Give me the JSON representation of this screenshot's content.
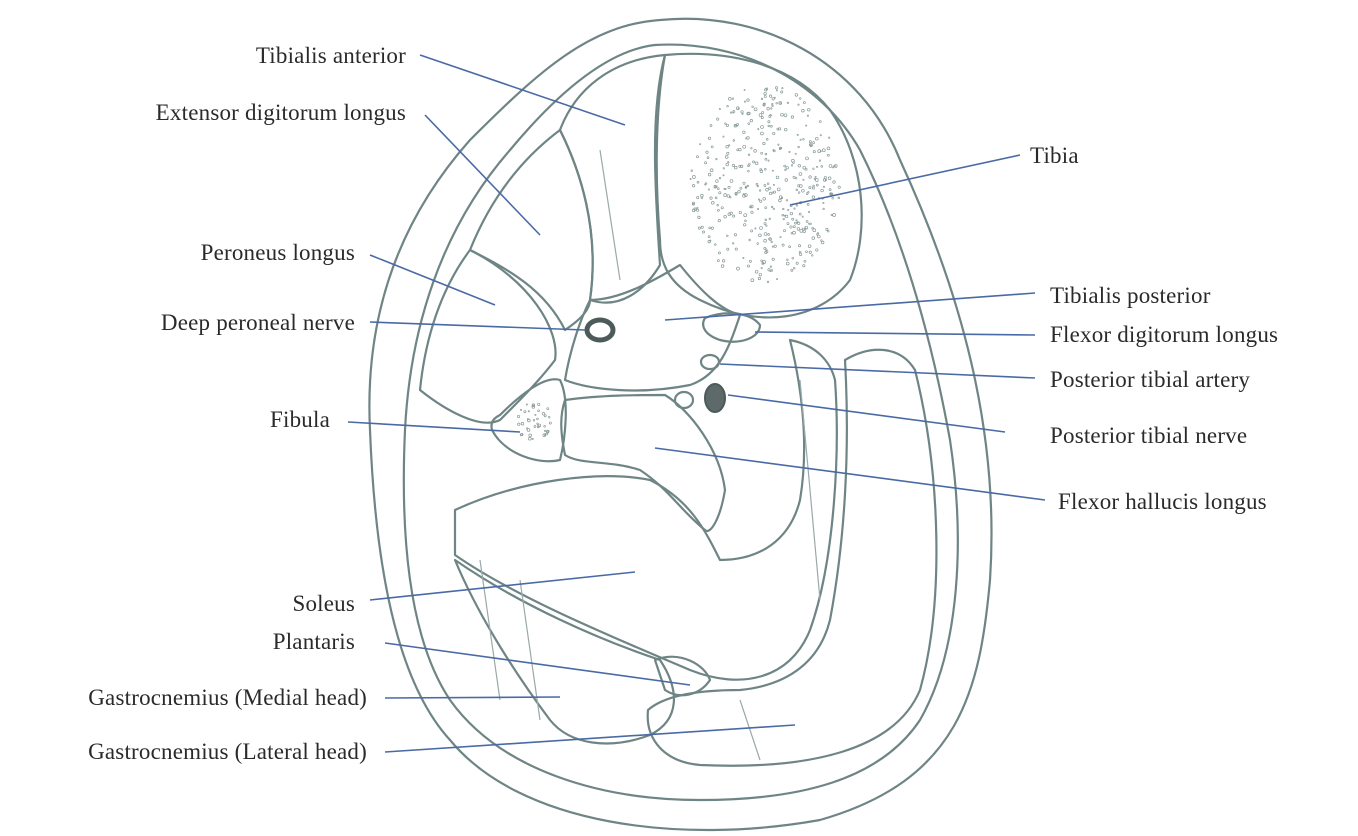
{
  "labels": {
    "tibialis_anterior": "Tibialis anterior",
    "extensor_digitorum_longus": "Extensor digitorum  longus",
    "peroneus_longus": "Peroneus longus",
    "deep_peroneal_nerve": "Deep peroneal nerve",
    "fibula": "Fibula",
    "soleus": "Soleus",
    "plantaris": "Plantaris",
    "gastrocnemius_medial": "Gastrocnemius (Medial head)",
    "gastrocnemius_lateral": "Gastrocnemius (Lateral head)",
    "tibia": "Tibia",
    "tibialis_posterior": "Tibialis posterior",
    "flexor_digitorum_longus": "Flexor digitorum longus",
    "posterior_tibial_artery": "Posterior tibial artery",
    "posterior_tibial_nerve": "Posterior tibial nerve",
    "flexor_hallucis_longus": "Flexor hallucis longus"
  },
  "colors": {
    "outline": "#6f8585",
    "leader": "#4a6aa5",
    "text": "#2a2a2a",
    "nerve": "#4d5a5a"
  }
}
